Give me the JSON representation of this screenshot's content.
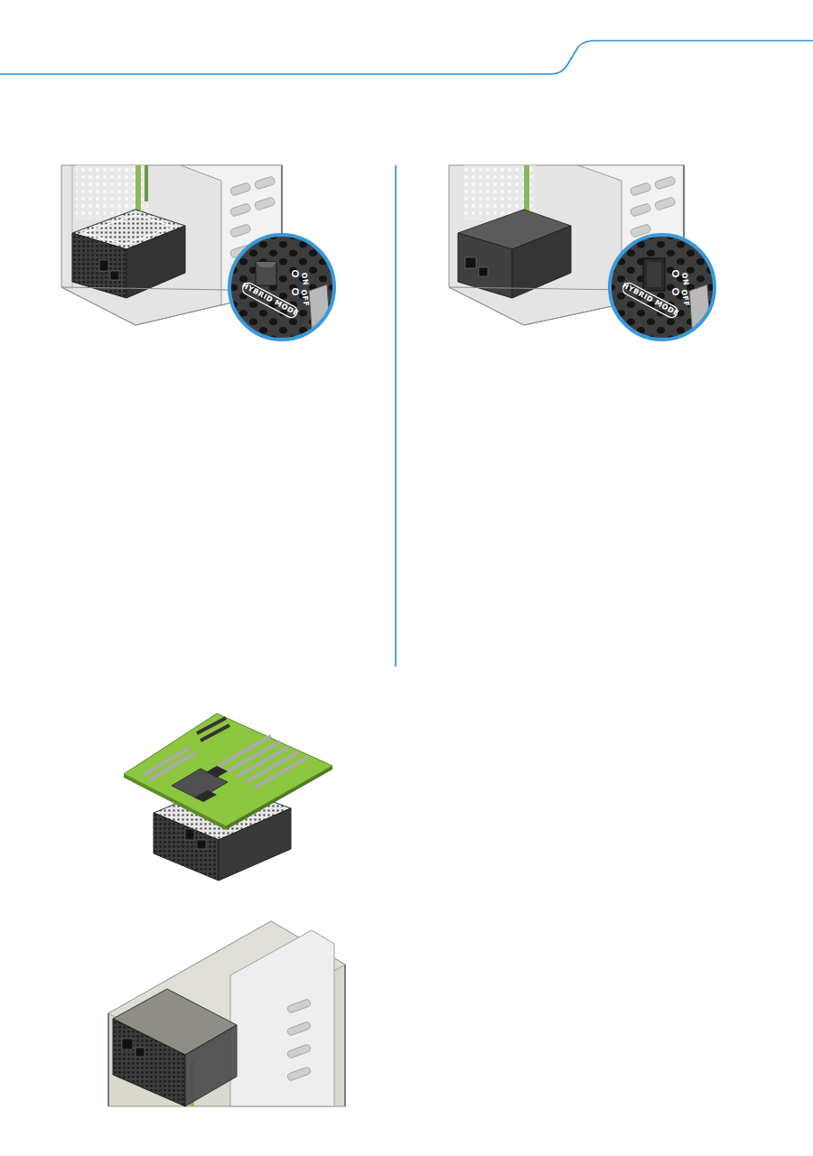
{
  "diagram": {
    "labels": [
      "ON",
      "OFF",
      "HYBRID MODE",
      "ON",
      "OFF",
      "HYBRID MODE"
    ]
  }
}
